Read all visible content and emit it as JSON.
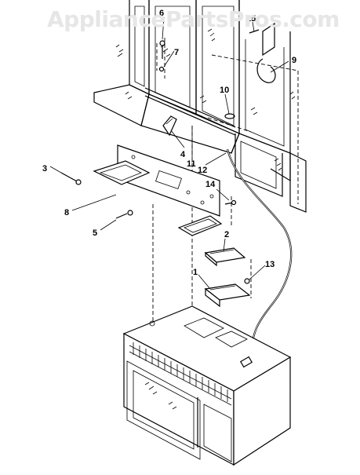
{
  "watermark": "AppliancePartsPros.com",
  "callouts": [
    "6",
    "7",
    "15",
    "9",
    "10",
    "4",
    "11",
    "12",
    "3",
    "14",
    "8",
    "5",
    "2",
    "13",
    "1"
  ]
}
